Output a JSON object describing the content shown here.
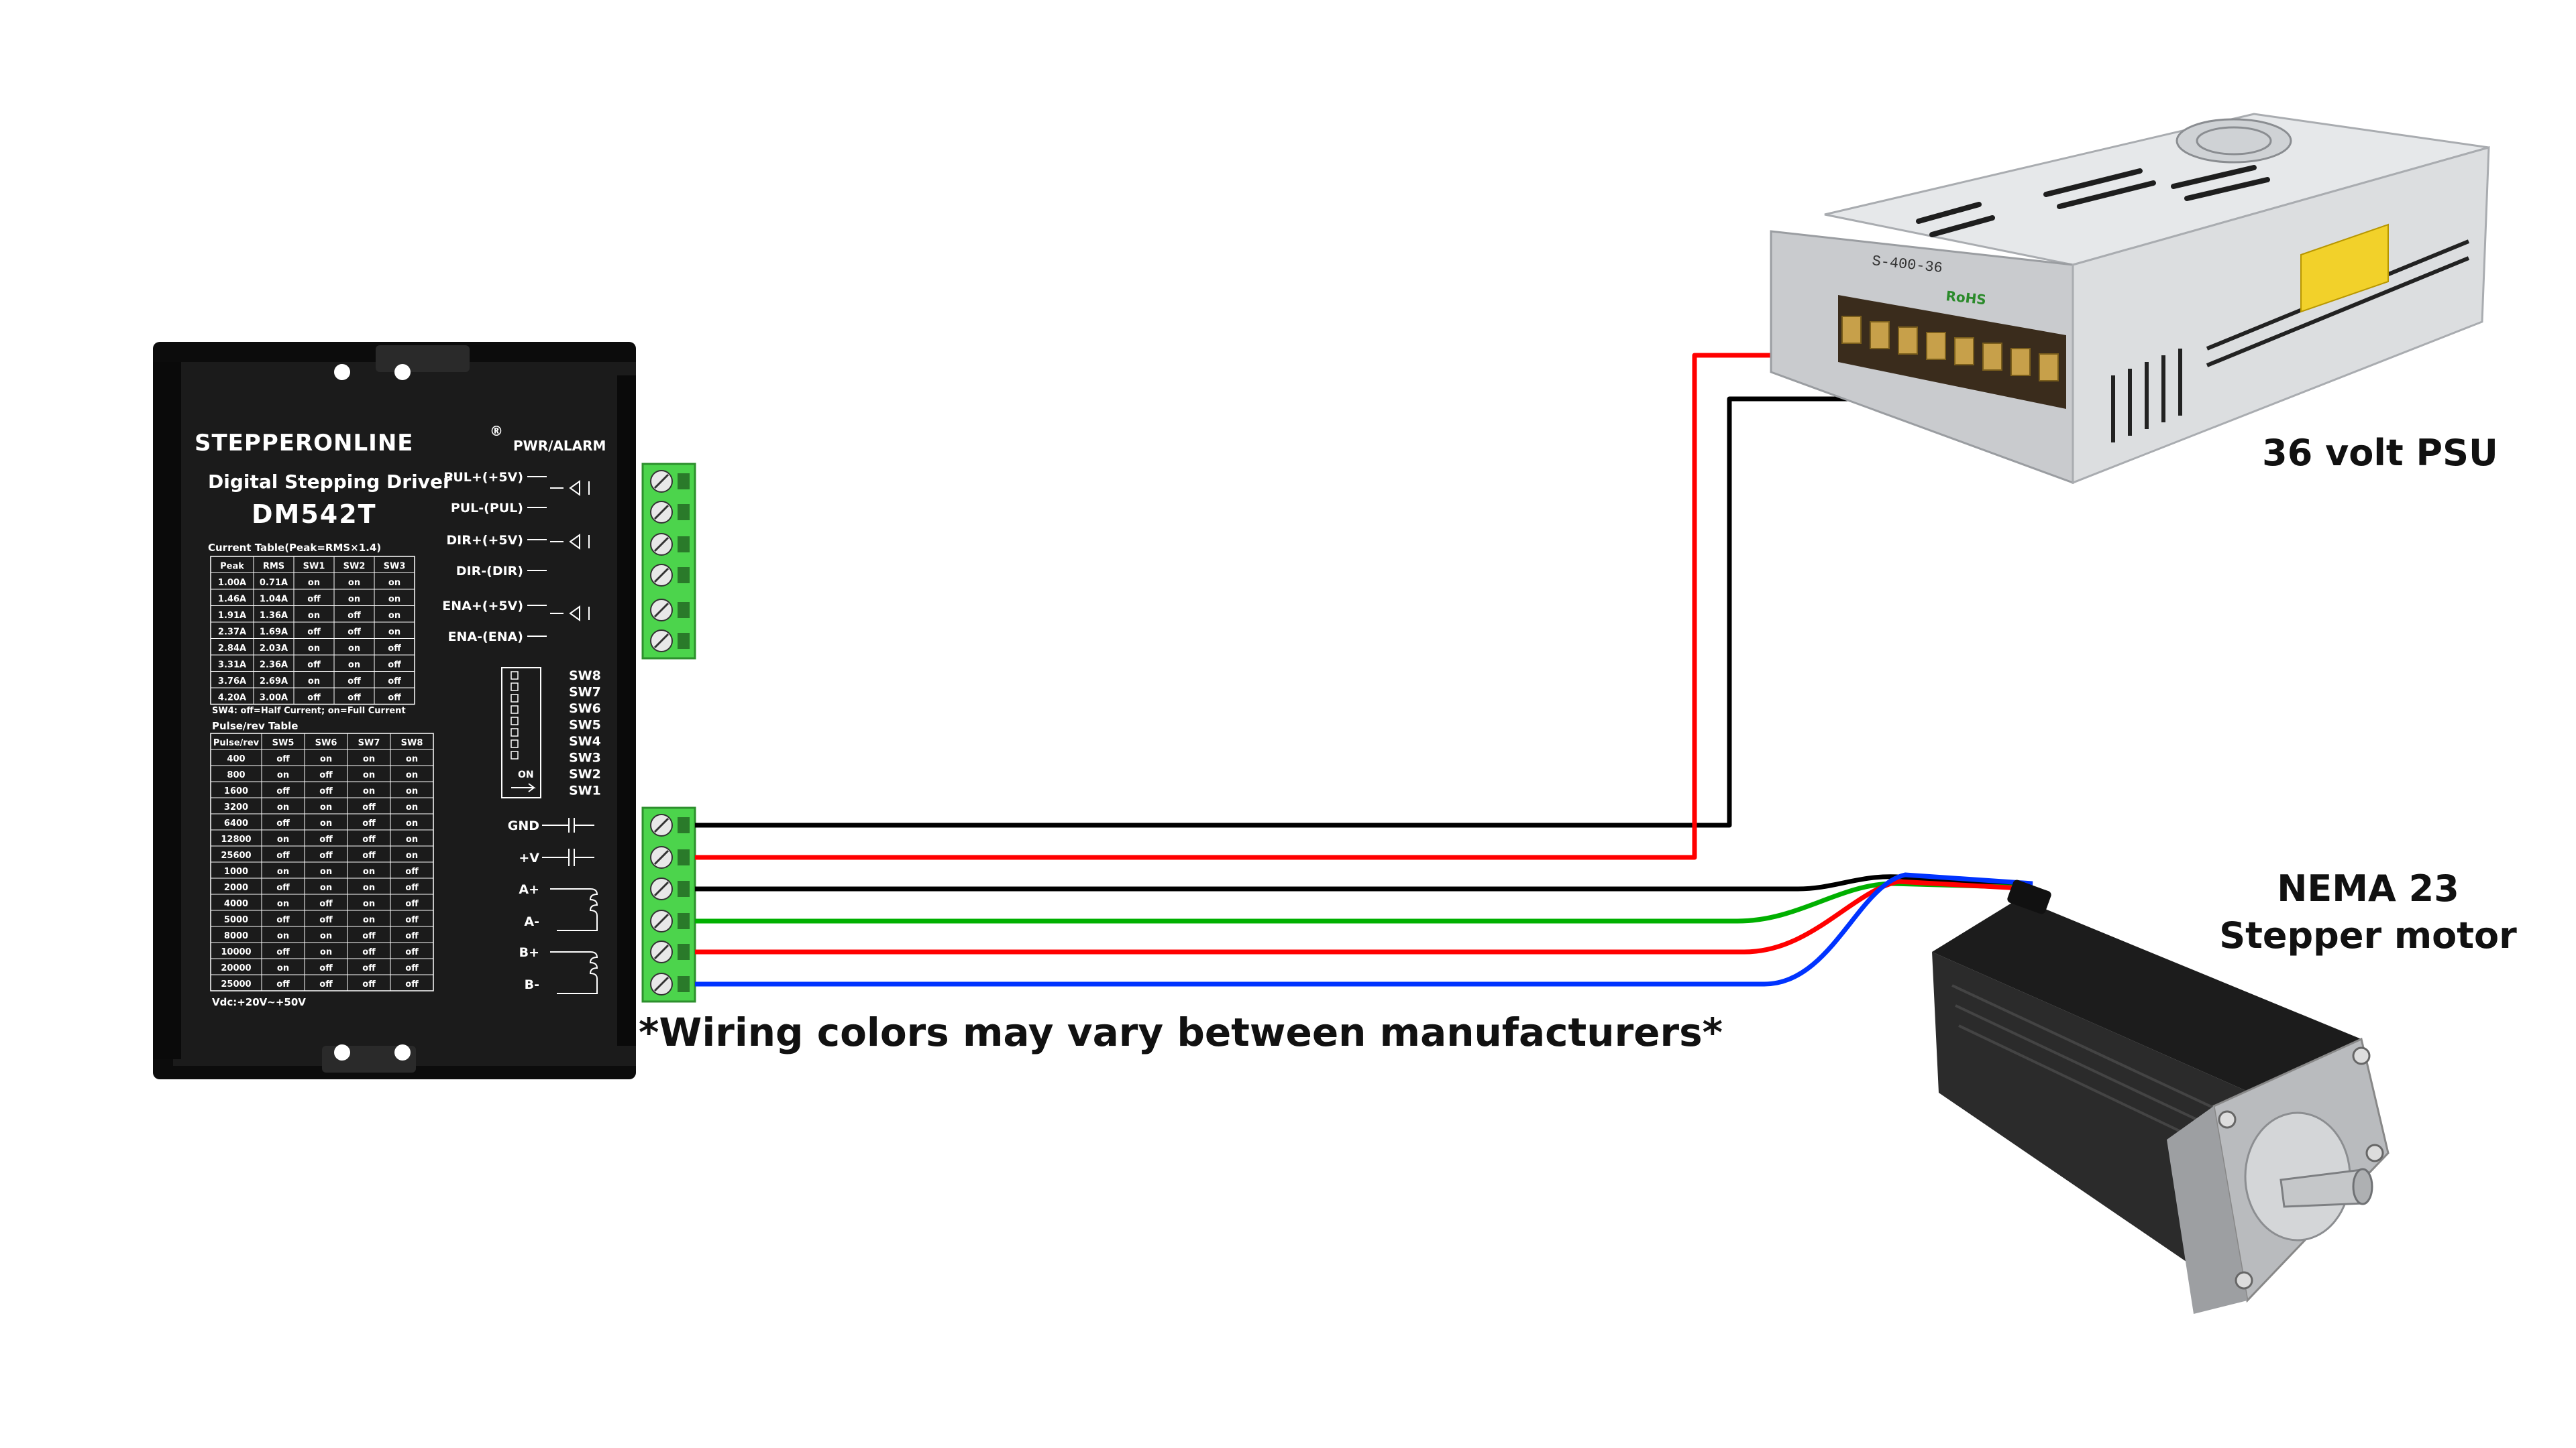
{
  "driver": {
    "brand": "STEPPERONLINE",
    "registered": "®",
    "pwr_alarm": "PWR/ALARM",
    "subtitle": "Digital Stepping Driver",
    "model": "DM542T",
    "signals": [
      "PUL+(+5V)",
      "PUL-(PUL)",
      "DIR+(+5V)",
      "DIR-(DIR)",
      "ENA+(+5V)",
      "ENA-(ENA)"
    ],
    "current_table_title": "Current Table(Peak=RMS×1.4)",
    "current_headers": [
      "Peak",
      "RMS",
      "SW1",
      "SW2",
      "SW3"
    ],
    "current_rows": [
      [
        "1.00A",
        "0.71A",
        "on",
        "on",
        "on"
      ],
      [
        "1.46A",
        "1.04A",
        "off",
        "on",
        "on"
      ],
      [
        "1.91A",
        "1.36A",
        "on",
        "off",
        "on"
      ],
      [
        "2.37A",
        "1.69A",
        "off",
        "off",
        "on"
      ],
      [
        "2.84A",
        "2.03A",
        "on",
        "on",
        "off"
      ],
      [
        "3.31A",
        "2.36A",
        "off",
        "on",
        "off"
      ],
      [
        "3.76A",
        "2.69A",
        "on",
        "off",
        "off"
      ],
      [
        "4.20A",
        "3.00A",
        "off",
        "off",
        "off"
      ]
    ],
    "sw4_note": "SW4: off=Half Current; on=Full Current",
    "pulse_table_title": "Pulse/rev Table",
    "pulse_headers": [
      "Pulse/rev",
      "SW5",
      "SW6",
      "SW7",
      "SW8"
    ],
    "pulse_rows": [
      [
        "400",
        "off",
        "on",
        "on",
        "on"
      ],
      [
        "800",
        "on",
        "off",
        "on",
        "on"
      ],
      [
        "1600",
        "off",
        "off",
        "on",
        "on"
      ],
      [
        "3200",
        "on",
        "on",
        "off",
        "on"
      ],
      [
        "6400",
        "off",
        "on",
        "off",
        "on"
      ],
      [
        "12800",
        "on",
        "off",
        "off",
        "on"
      ],
      [
        "25600",
        "off",
        "off",
        "off",
        "on"
      ],
      [
        "1000",
        "on",
        "on",
        "on",
        "off"
      ],
      [
        "2000",
        "off",
        "on",
        "on",
        "off"
      ],
      [
        "4000",
        "on",
        "off",
        "on",
        "off"
      ],
      [
        "5000",
        "off",
        "off",
        "on",
        "off"
      ],
      [
        "8000",
        "on",
        "on",
        "off",
        "off"
      ],
      [
        "10000",
        "off",
        "on",
        "off",
        "off"
      ],
      [
        "20000",
        "on",
        "off",
        "off",
        "off"
      ],
      [
        "25000",
        "off",
        "off",
        "off",
        "off"
      ]
    ],
    "vdc": "Vdc:+20V~+50V",
    "dip_labels": [
      "SW8",
      "SW7",
      "SW6",
      "SW5",
      "SW4",
      "SW3",
      "SW2",
      "SW1"
    ],
    "dip_on": "ON",
    "power_terminals": [
      "GND",
      "+V",
      "A+",
      "A-",
      "B+",
      "B-"
    ]
  },
  "wires": [
    {
      "terminal": "GND",
      "color": "#000000"
    },
    {
      "terminal": "+V",
      "color": "#ff0000"
    },
    {
      "terminal": "A+",
      "color": "#000000"
    },
    {
      "terminal": "A-",
      "color": "#00b000"
    },
    {
      "terminal": "B+",
      "color": "#ff0000"
    },
    {
      "terminal": "B-",
      "color": "#0033ff"
    }
  ],
  "psu": {
    "label": "36 volt PSU",
    "model_text": "S-400-36",
    "rohs": "RoHS"
  },
  "motor": {
    "label_line1": "NEMA 23",
    "label_line2": "Stepper motor"
  },
  "note": "*Wiring colors may vary between manufacturers*",
  "colors": {
    "driver_body": "#161616",
    "terminal_green": "#4cd44c",
    "psu_body": "#d7d9db"
  }
}
